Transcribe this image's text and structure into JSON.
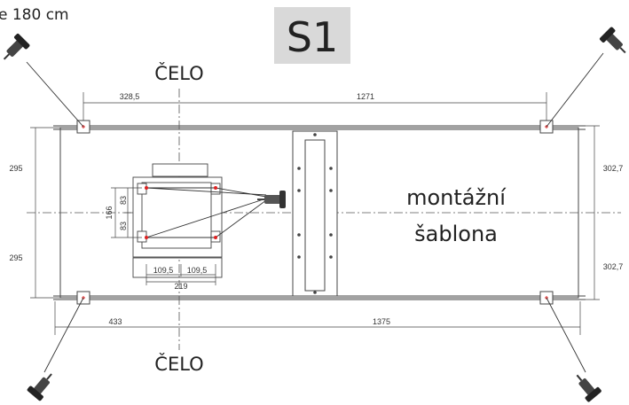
{
  "caption": "e 180 cm",
  "badge": "S1",
  "label_top": "ČELO",
  "label_bottom": "ČELO",
  "template_label_line1": "montážní",
  "template_label_line2": "šablona",
  "dims": {
    "top_left": "328,5",
    "top_right": "1271",
    "bottom_left": "433",
    "bottom_right": "1375",
    "left_upper": "295",
    "left_lower": "295",
    "right_upper": "302,7",
    "right_lower": "302,7",
    "inner_166": "166",
    "inner_83a": "83",
    "inner_83b": "83",
    "inner_1095a": "109,5",
    "inner_1095b": "109,5",
    "inner_219": "219"
  },
  "icons": [
    "drill-icon-top-left",
    "drill-icon-top-right",
    "drill-icon-bottom-left",
    "drill-icon-bottom-right",
    "drill-icon-center"
  ]
}
